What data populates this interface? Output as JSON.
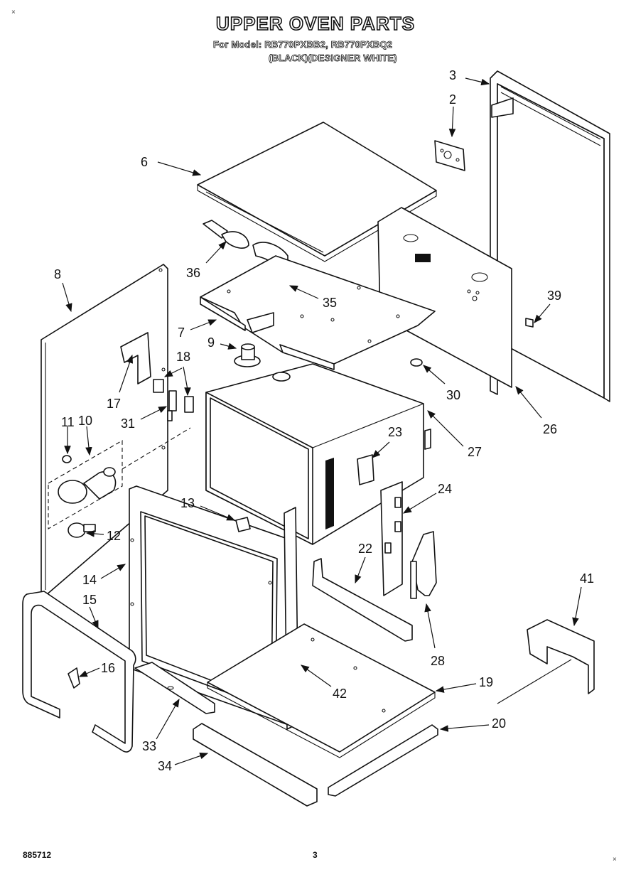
{
  "header": {
    "title": "UPPER OVEN PARTS",
    "model_prefix": "For Model:",
    "model_codes": "RB770PXBB2, RB770PXBQ2",
    "color_note": "(BLACK)(DESIGNER WHITE)"
  },
  "footer": {
    "doc_number": "885712",
    "page_number": "3"
  },
  "corner_marks": {
    "top_left": "×",
    "bottom_right": "×"
  },
  "diagram": {
    "callouts": [
      {
        "id": "3",
        "label": "3"
      },
      {
        "id": "2",
        "label": "2"
      },
      {
        "id": "6",
        "label": "6"
      },
      {
        "id": "36",
        "label": "36"
      },
      {
        "id": "35",
        "label": "35"
      },
      {
        "id": "39",
        "label": "39"
      },
      {
        "id": "8",
        "label": "8"
      },
      {
        "id": "7",
        "label": "7"
      },
      {
        "id": "9",
        "label": "9"
      },
      {
        "id": "18",
        "label": "18"
      },
      {
        "id": "17",
        "label": "17"
      },
      {
        "id": "31",
        "label": "31"
      },
      {
        "id": "30",
        "label": "30"
      },
      {
        "id": "26",
        "label": "26"
      },
      {
        "id": "11",
        "label": "11"
      },
      {
        "id": "10",
        "label": "10"
      },
      {
        "id": "23",
        "label": "23"
      },
      {
        "id": "27",
        "label": "27"
      },
      {
        "id": "24",
        "label": "24"
      },
      {
        "id": "13",
        "label": "13"
      },
      {
        "id": "12",
        "label": "12"
      },
      {
        "id": "22",
        "label": "22"
      },
      {
        "id": "14",
        "label": "14"
      },
      {
        "id": "15",
        "label": "15"
      },
      {
        "id": "41",
        "label": "41"
      },
      {
        "id": "16",
        "label": "16"
      },
      {
        "id": "28",
        "label": "28"
      },
      {
        "id": "42",
        "label": "42"
      },
      {
        "id": "19",
        "label": "19"
      },
      {
        "id": "20",
        "label": "20"
      },
      {
        "id": "33",
        "label": "33"
      },
      {
        "id": "34",
        "label": "34"
      }
    ]
  }
}
